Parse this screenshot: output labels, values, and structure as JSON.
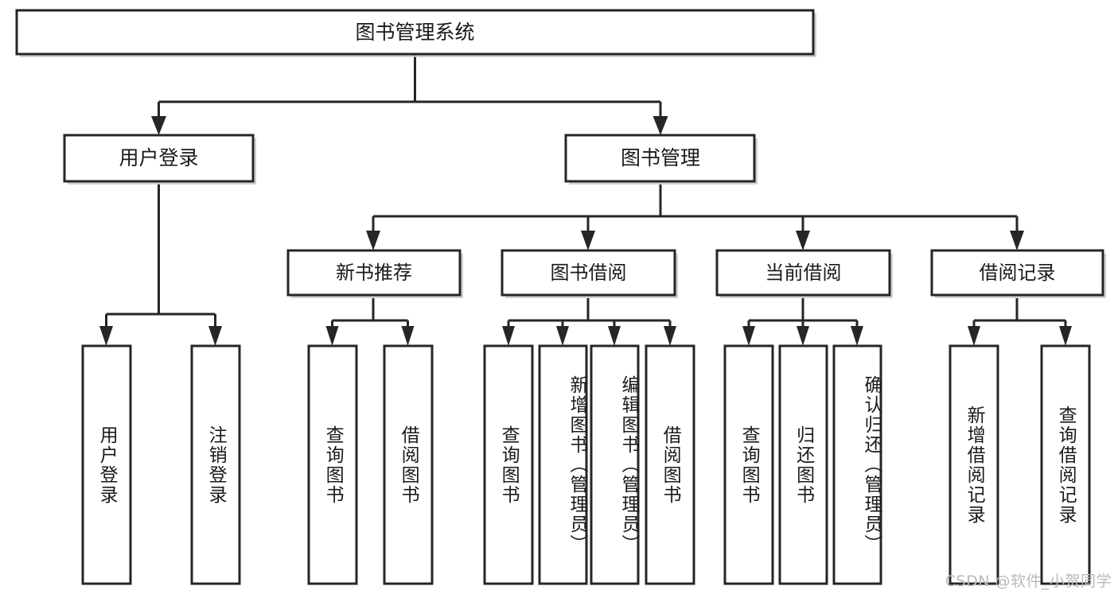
{
  "diagram": {
    "type": "tree",
    "title": "图书管理系统",
    "watermark": "CSDN @软件_小贺同学",
    "colors": {
      "stroke": "#262626",
      "fill": "#ffffff",
      "shadow": "#c9c9c9",
      "text": "#1a1a1a",
      "watermark": "#b9b9b9",
      "background": "#ffffff"
    },
    "levels": {
      "root": {
        "label": "图书管理系统"
      },
      "level2": [
        {
          "label": "用户登录"
        },
        {
          "label": "图书管理"
        }
      ],
      "level3": [
        {
          "label": "新书推荐"
        },
        {
          "label": "图书借阅"
        },
        {
          "label": "当前借阅"
        },
        {
          "label": "借阅记录"
        }
      ],
      "leaves": {
        "user_login": [
          {
            "label": "用户登录"
          },
          {
            "label": "注销登录"
          }
        ],
        "new_book_recommend": [
          {
            "label": "查询图书"
          },
          {
            "label": "借阅图书"
          }
        ],
        "book_borrow": [
          {
            "label": "查询图书"
          },
          {
            "label": "新增图书（管理员）"
          },
          {
            "label": "编辑图书（管理员）"
          },
          {
            "label": "借阅图书"
          }
        ],
        "current_borrow": [
          {
            "label": "查询图书"
          },
          {
            "label": "归还图书"
          },
          {
            "label": "确认归还（管理员）"
          }
        ],
        "borrow_record": [
          {
            "label": "新增借阅记录"
          },
          {
            "label": "查询借阅记录"
          }
        ]
      }
    },
    "edges": [
      {
        "from": "图书管理系统",
        "to": "用户登录"
      },
      {
        "from": "图书管理系统",
        "to": "图书管理"
      },
      {
        "from": "用户登录",
        "to": "用户登录"
      },
      {
        "from": "用户登录",
        "to": "注销登录"
      },
      {
        "from": "图书管理",
        "to": "新书推荐"
      },
      {
        "from": "图书管理",
        "to": "图书借阅"
      },
      {
        "from": "图书管理",
        "to": "当前借阅"
      },
      {
        "from": "图书管理",
        "to": "借阅记录"
      },
      {
        "from": "新书推荐",
        "to": "查询图书"
      },
      {
        "from": "新书推荐",
        "to": "借阅图书"
      },
      {
        "from": "图书借阅",
        "to": "查询图书"
      },
      {
        "from": "图书借阅",
        "to": "新增图书（管理员）"
      },
      {
        "from": "图书借阅",
        "to": "编辑图书（管理员）"
      },
      {
        "from": "图书借阅",
        "to": "借阅图书"
      },
      {
        "from": "当前借阅",
        "to": "查询图书"
      },
      {
        "from": "当前借阅",
        "to": "归还图书"
      },
      {
        "from": "当前借阅",
        "to": "确认归还（管理员）"
      },
      {
        "from": "借阅记录",
        "to": "新增借阅记录"
      },
      {
        "from": "借阅记录",
        "to": "查询借阅记录"
      }
    ]
  }
}
